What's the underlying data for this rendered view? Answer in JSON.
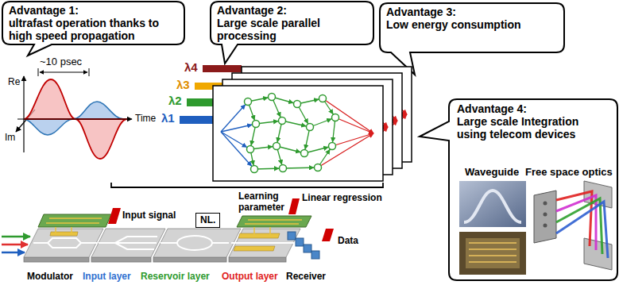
{
  "diagram": {
    "nodes": [
      {
        "text": [
          "Advantage 1:",
          "ultrafast operation thanks to high speed propagation"
        ]
      },
      {
        "text": [
          "Advantage 2:",
          "Large scale parallel processing"
        ]
      },
      {
        "text": [
          "Advantage 3:",
          "Low energy consumption"
        ]
      },
      {
        "text": [
          "Advantage 4:",
          "Large scale Integration using telecom devices"
        ]
      },
      {
        "text": [
          "NL."
        ]
      }
    ],
    "labels": [
      "~10 psec",
      "Re",
      "Im",
      "Time",
      "λ4",
      "λ3",
      "λ2",
      "λ1",
      "Waveguide",
      "Free space optics",
      "Input signal",
      "Learning parameter",
      "Linear regression",
      "Data",
      "Modulator",
      "Input layer",
      "Reservoir layer",
      "Output layer",
      "Receiver"
    ]
  }
}
